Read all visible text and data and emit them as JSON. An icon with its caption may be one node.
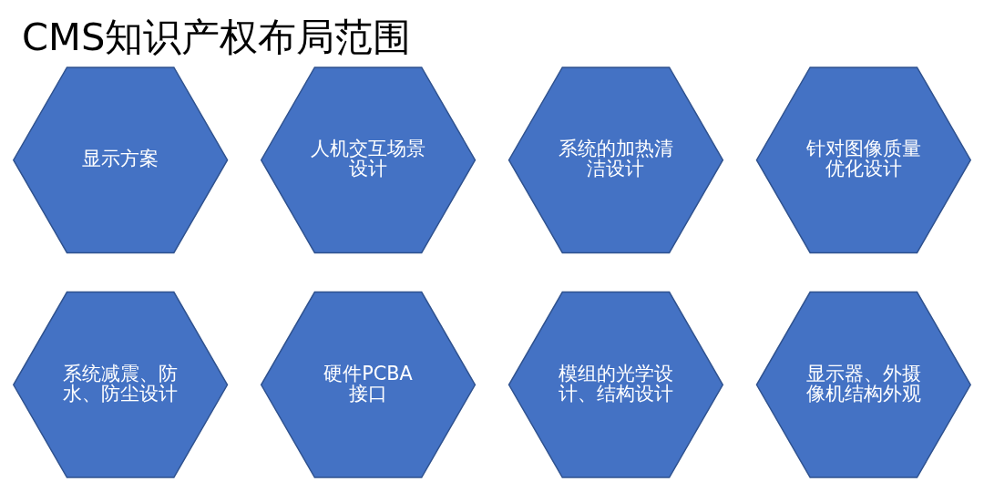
{
  "diagram": {
    "title": "CMS知识产权布局范围",
    "nodes": [
      {
        "text": [
          "显示方案"
        ]
      },
      {
        "text": [
          "人机交互场景设计"
        ]
      },
      {
        "text": [
          "系统的加热清洁设计"
        ]
      },
      {
        "text": [
          "针对图像质量优化设计"
        ]
      },
      {
        "text": [
          "系统减震、防水、防尘设计"
        ]
      },
      {
        "text": [
          "硬件PCBA接口"
        ]
      },
      {
        "text": [
          "模组的光学设计、结构设计"
        ]
      },
      {
        "text": [
          "显示器、外摄像机结构外观"
        ]
      }
    ],
    "edges": []
  }
}
